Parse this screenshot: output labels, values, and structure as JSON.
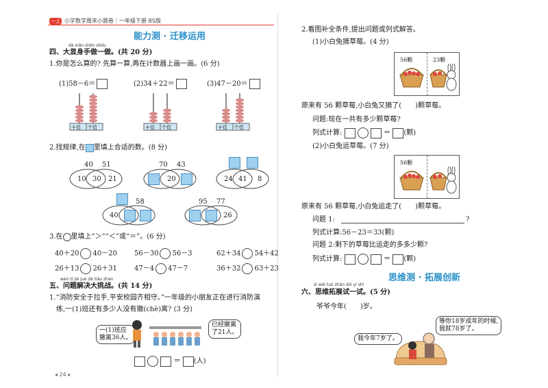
{
  "header": {
    "badge": "一上",
    "title": "小学数学周末小题卷｜一年级下册 BS版"
  },
  "page_number": "24",
  "left": {
    "section_title": "能力测 · 迁移运用",
    "q4": {
      "pinyin": "dà xiǎn shēn shǒu",
      "title": "四、大显身手做一做。(共 20 分)",
      "p1": {
        "title": "1.你是怎么算的? 先算一算,再在计数器上画一画。(6 分)",
        "items": [
          "(1)58－6＝",
          "(2)34＋22＝",
          "(3)47－20＝"
        ],
        "abacus_labels": [
          "十位",
          "个位"
        ]
      },
      "p2": {
        "title_a": "2.找规律,在",
        "title_b": "里填上合适的数。(8 分)",
        "v1": {
          "top": [
            "40",
            "51"
          ],
          "nums": [
            "10",
            "30",
            "21"
          ]
        },
        "v2": {
          "top": [
            "70",
            "43"
          ],
          "center": "20"
        },
        "v3": {
          "nums": [
            "24",
            "41",
            "8"
          ]
        },
        "v4": {
          "top": "58",
          "left": "40"
        },
        "v5": {
          "top": [
            "95",
            "77"
          ],
          "right": "26"
        }
      },
      "p3": {
        "title_a": "3.在",
        "title_b": "里填上“＞”“＜”或“＝”。(6 分)",
        "rows": [
          [
            "40＋20",
            "40－20",
            "56－30",
            "56－3",
            "62＋34",
            "54＋42"
          ],
          [
            "26＋13",
            "26＋31",
            "47－4",
            "47－7",
            "36＋32",
            "63＋23"
          ]
        ]
      }
    },
    "q5": {
      "pinyin": "wèn tí jiě jué dà tiǎo zhàn",
      "title": "五、问题解决大挑战。(共 14 分)",
      "p1": {
        "line1": "1.“消防安全于拉手,平安校园齐相守。”一年级的小朋友正在进行消防演",
        "line2": "练,一(1)班还有多少人没有撤(chè)离? (3 分)",
        "bubble_left": [
          "一(1)班应",
          "撤离36人。"
        ],
        "bubble_right": [
          "已经撤离",
          "了21人。"
        ],
        "unit": "(人)"
      }
    }
  },
  "right": {
    "q2": {
      "title": "2.看图补全条件,提出问题或列式解答。",
      "p1": {
        "title": "(1)小白兔摘草莓。(4 分)",
        "labels": [
          "56颗",
          "23颗"
        ],
        "text1": "原来有 56 颗草莓,小白兔又摘了(　　)颗草莓。",
        "text2": "问题:现在一共有多少颗草莓?",
        "calc": "列式计算:",
        "unit": "(颗)"
      },
      "p2": {
        "title": "(2)小白兔运草莓。(7 分)",
        "label": "56颗",
        "text1": "原来有 56 颗草莓,小白兔运走了(　　)颗草莓。",
        "q1": "问题 1:",
        "q1_end": "?",
        "calc1": "列式计算:56－23＝33(颗)",
        "q2": "问题 2:剩下的草莓比运走的多多少颗?",
        "calc2": "列式计算:",
        "unit": "(颗)"
      }
    },
    "section_title": "思维测 · 拓展创新",
    "q6": {
      "pinyin": "sī wéi tuò zhǎn shì yí shì",
      "title": "六、思维拓展试一试。(5 分)",
      "text": "爷爷今年(　　)岁。",
      "bubble_grandpa": [
        "等你18岁成年的时候,",
        "我就78岁了。"
      ],
      "bubble_child": "我今年7岁了。"
    }
  }
}
